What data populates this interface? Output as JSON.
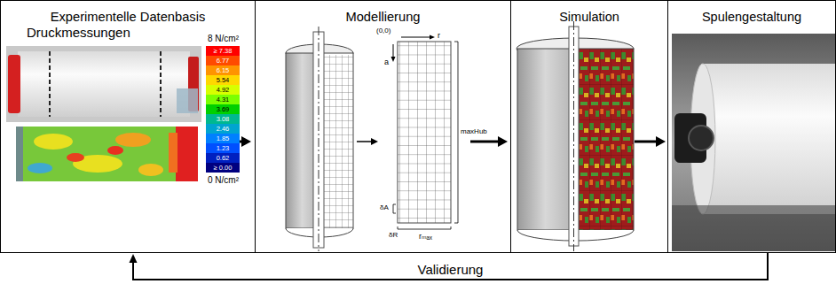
{
  "diagram": {
    "nodes": [
      {
        "text": [
          "Experimentelle Datenbasis"
        ]
      },
      {
        "text": [
          "Modellierung"
        ]
      },
      {
        "text": [
          "Simulation"
        ]
      },
      {
        "text": [
          "Spulengestaltung"
        ]
      }
    ],
    "edges": [
      {
        "from": 0,
        "to": 1,
        "arrow": "to"
      },
      {
        "from": 1,
        "to": 2,
        "arrow": "to"
      },
      {
        "from": 2,
        "to": 3,
        "arrow": "to"
      },
      {
        "from": 3,
        "to": 0,
        "arrow": "to",
        "label": "Validierung"
      }
    ],
    "labels": [
      "Druckmessungen",
      "8 N/cm²",
      "≥ 7.38",
      "6.77",
      "6.15",
      "5.54",
      "4.92",
      "4.31",
      "3.69",
      "3.08",
      "2.46",
      "1.85",
      "1.23",
      "0.62",
      "≥ 0.00",
      "0 N/cm²",
      "(0,0)",
      "r",
      "a",
      "δA",
      "δR",
      "maxHub",
      "rₘₐₓ"
    ]
  }
}
